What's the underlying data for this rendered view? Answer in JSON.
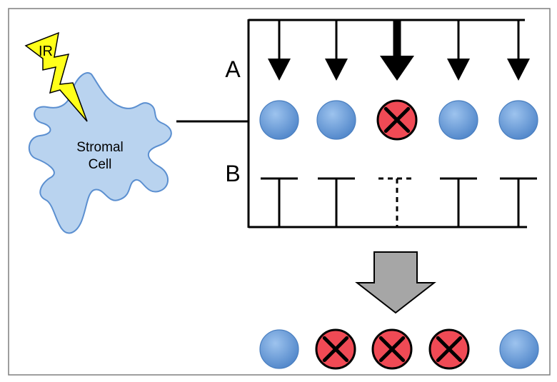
{
  "labels": {
    "ir": "IR",
    "stromal_line1": "Stromal",
    "stromal_line2": "Cell",
    "panel_a": "A",
    "panel_b": "B"
  },
  "colors": {
    "frame": "#7f7f7f",
    "stroke": "#000000",
    "healthy_cell": "#6fa0dc",
    "dead_cell": "#f04a55",
    "stromal_fill": "#b9d3ef",
    "stromal_outline": "#5b8fd0",
    "lightning_fill": "#ffff1a",
    "big_arrow": "#a6a6a6"
  },
  "icons": {
    "lightning": "lightning-bolt-icon",
    "healthy": "healthy-cell-icon",
    "dead": "dead-cell-x-icon",
    "signal": "down-arrow-icon",
    "support": "support-post-icon",
    "transition": "big-down-arrow-icon"
  },
  "row_a": {
    "arrows": [
      "normal",
      "normal",
      "bold",
      "normal",
      "normal"
    ],
    "cells": [
      "healthy",
      "healthy",
      "dead",
      "healthy",
      "healthy"
    ]
  },
  "row_b": {
    "supports": [
      "solid",
      "solid",
      "dashed",
      "solid",
      "solid"
    ]
  },
  "outcome": {
    "cells": [
      "healthy",
      "dead",
      "dead",
      "dead",
      "healthy"
    ]
  }
}
